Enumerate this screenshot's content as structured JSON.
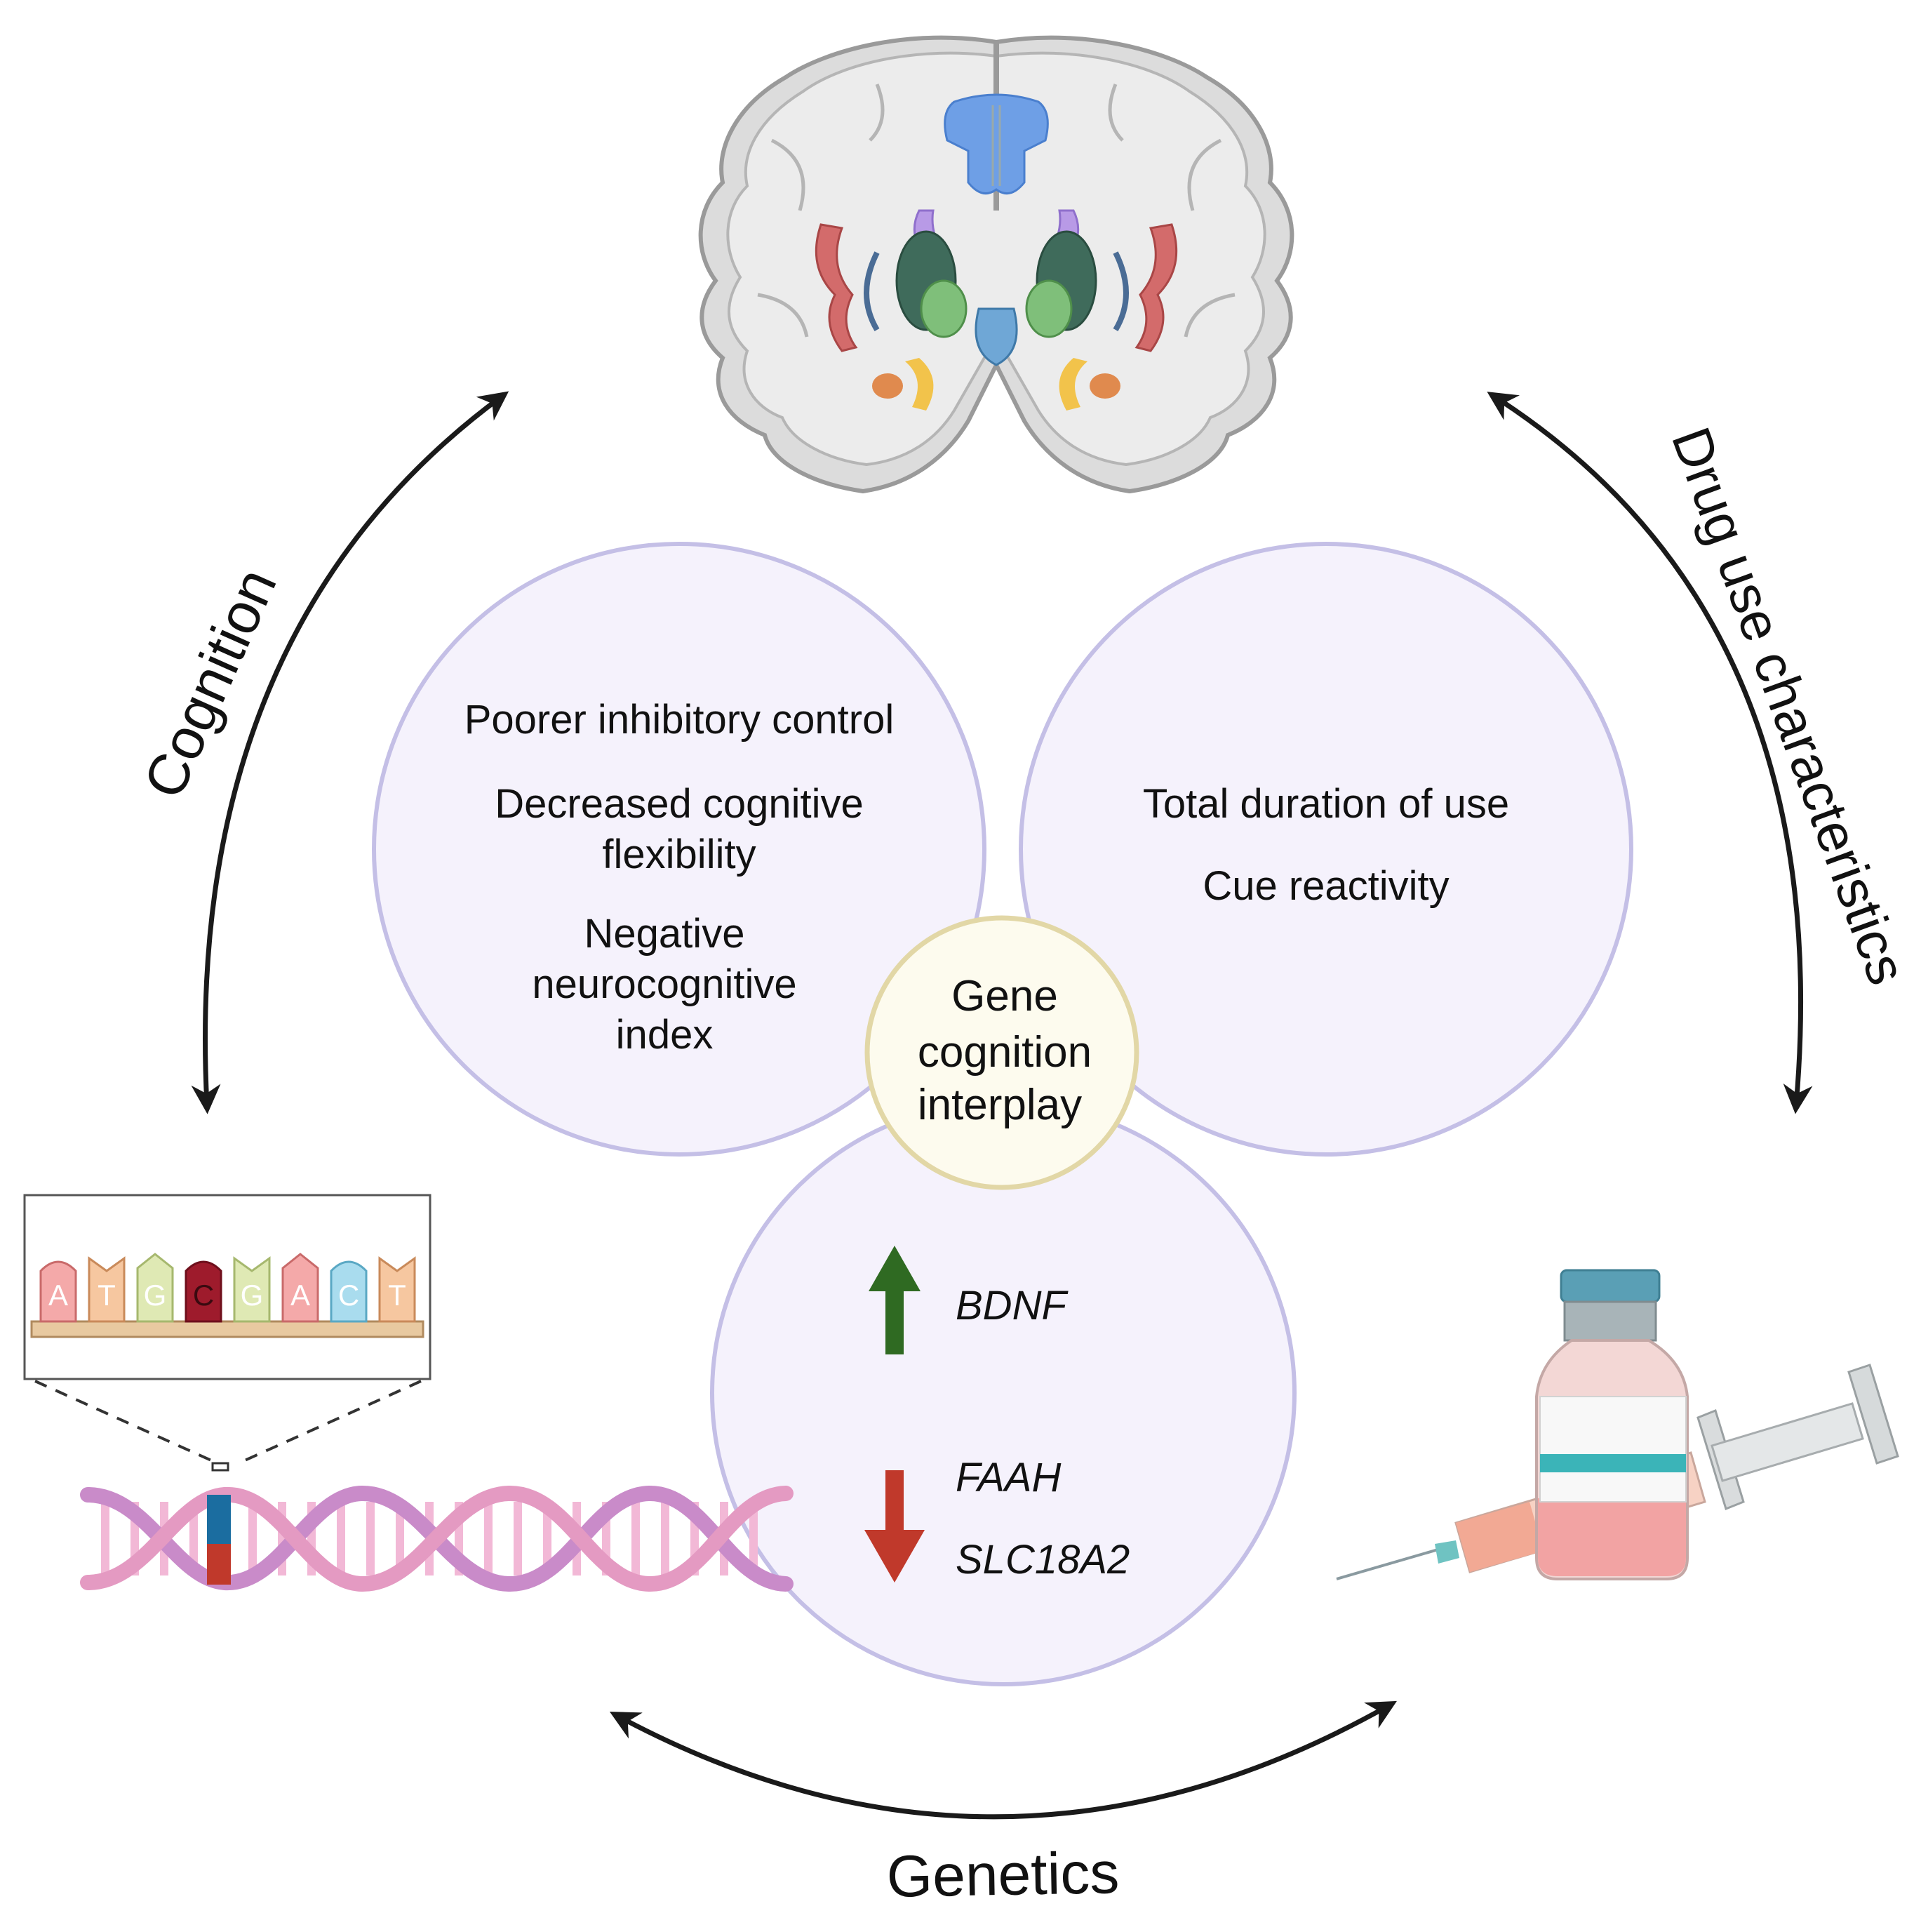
{
  "cycle_labels": {
    "left": "Cognition",
    "right": "Drug use characteristics",
    "bottom": "Genetics"
  },
  "cognition_circle": {
    "lines": [
      "Poorer inhibitory control",
      "Decreased cognitive",
      "flexibility",
      "Negative",
      "neurocognitive",
      "index"
    ]
  },
  "drug_circle": {
    "lines": [
      "Total duration of use",
      "Cue reactivity"
    ]
  },
  "center_circle": {
    "lines": [
      "Gene",
      "cognition",
      "interplay"
    ]
  },
  "genetics_circle": {
    "up_gene": "BDNF",
    "down_genes": [
      "FAAH",
      "SLC18A2"
    ]
  },
  "dna_sequence": [
    "A",
    "T",
    "G",
    "C",
    "G",
    "A",
    "C",
    "T"
  ],
  "colors": {
    "circle_fill": "#f5f2fc",
    "circle_stroke": "#c4bfe6",
    "center_fill": "#fdfbee",
    "center_stroke": "#e2d7a6",
    "arrow_up": "#2f6a22",
    "arrow_down": "#c0392b",
    "cycle_arrow": "#1a1a1a"
  },
  "icons": [
    "brain-icon",
    "dna-helix-icon",
    "sequence-icon",
    "vial-icon",
    "syringe-icon"
  ]
}
